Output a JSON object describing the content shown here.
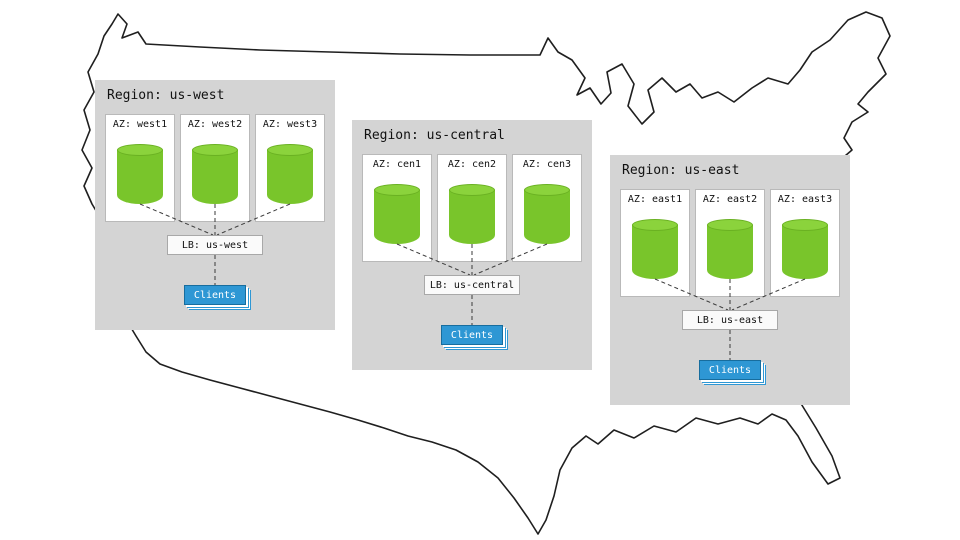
{
  "regions": [
    {
      "title": "Region: us-west",
      "azs": [
        "AZ: west1",
        "AZ: west2",
        "AZ: west3"
      ],
      "lb": "LB: us-west",
      "clients": "Clients"
    },
    {
      "title": "Region: us-central",
      "azs": [
        "AZ: cen1",
        "AZ: cen2",
        "AZ: cen3"
      ],
      "lb": "LB: us-central",
      "clients": "Clients"
    },
    {
      "title": "Region: us-east",
      "azs": [
        "AZ: east1",
        "AZ: east2",
        "AZ: east3"
      ],
      "lb": "LB: us-east",
      "clients": "Clients"
    }
  ],
  "colors": {
    "region_bg": "#d4d4d4",
    "az_bg": "#ffffff",
    "cylinder_green": "#79c52b",
    "cylinder_top_green": "#8bd33c",
    "clients_blue": "#2e97d4",
    "map_outline": "#1f1f1f"
  }
}
